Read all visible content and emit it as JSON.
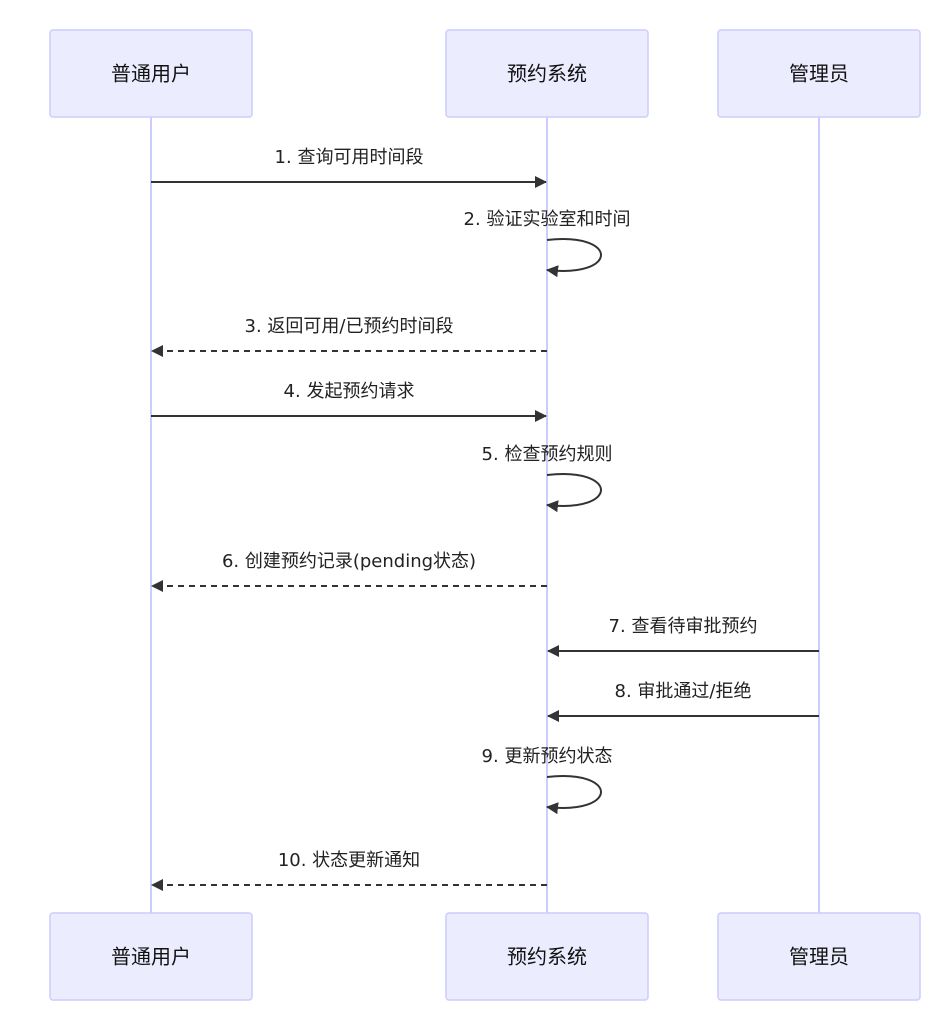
{
  "actors": [
    {
      "id": "user",
      "label": "普通用户"
    },
    {
      "id": "system",
      "label": "预约系统"
    },
    {
      "id": "admin",
      "label": "管理员"
    }
  ],
  "messages": [
    {
      "from": "user",
      "to": "system",
      "label": "1. 查询可用时间段",
      "style": "solid"
    },
    {
      "from": "system",
      "to": "system",
      "label": "2. 验证实验室和时间",
      "style": "solid"
    },
    {
      "from": "system",
      "to": "user",
      "label": "3. 返回可用/已预约时间段",
      "style": "dashed"
    },
    {
      "from": "user",
      "to": "system",
      "label": "4. 发起预约请求",
      "style": "solid"
    },
    {
      "from": "system",
      "to": "system",
      "label": "5. 检查预约规则",
      "style": "solid"
    },
    {
      "from": "system",
      "to": "user",
      "label": "6. 创建预约记录(pending状态)",
      "style": "dashed"
    },
    {
      "from": "admin",
      "to": "system",
      "label": "7. 查看待审批预约",
      "style": "solid"
    },
    {
      "from": "admin",
      "to": "system",
      "label": "8. 审批通过/拒绝",
      "style": "solid"
    },
    {
      "from": "system",
      "to": "system",
      "label": "9. 更新预约状态",
      "style": "solid"
    },
    {
      "from": "system",
      "to": "user",
      "label": "10. 状态更新通知",
      "style": "dashed"
    }
  ],
  "colors": {
    "actor_fill": "#ECECFF",
    "actor_border": "#CCCCFF",
    "lifeline": "#CCCCFF",
    "arrow": "#333333",
    "text": "#222222"
  }
}
